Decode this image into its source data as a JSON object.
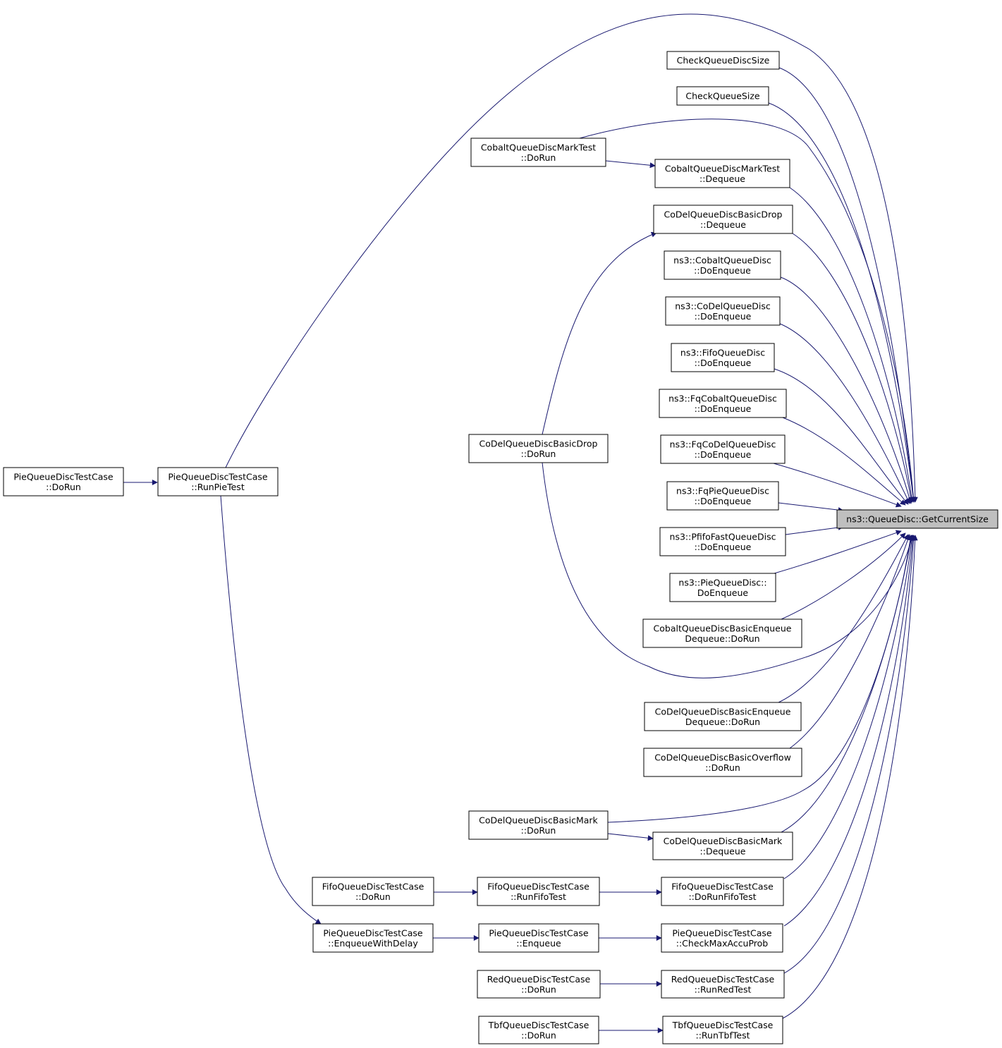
{
  "diagram": {
    "type": "call-graph",
    "colors": {
      "edge": "#191970",
      "root_fill": "#bfbfbf",
      "node_fill": "#ffffff",
      "border": "#000000"
    },
    "nodes": {
      "root": [
        "ns3::QueueDisc::GetCurrentSize"
      ],
      "check_queue_disc_size": [
        "CheckQueueDiscSize"
      ],
      "check_queue_size": [
        "CheckQueueSize"
      ],
      "cobalt_mark_dorun": [
        "CobaltQueueDiscMarkTest",
        "::DoRun"
      ],
      "cobalt_mark_dequeue": [
        "CobaltQueueDiscMarkTest",
        "::Dequeue"
      ],
      "codel_drop_dequeue": [
        "CoDelQueueDiscBasicDrop",
        "::Dequeue"
      ],
      "codel_drop_dorun": [
        "CoDelQueueDiscBasicDrop",
        "::DoRun"
      ],
      "cobalt_doenqueue": [
        "ns3::CobaltQueueDisc",
        "::DoEnqueue"
      ],
      "codel_doenqueue": [
        "ns3::CoDelQueueDisc",
        "::DoEnqueue"
      ],
      "fifo_doenqueue": [
        "ns3::FifoQueueDisc",
        "::DoEnqueue"
      ],
      "fqcobalt_doenqueue": [
        "ns3::FqCobaltQueueDisc",
        "::DoEnqueue"
      ],
      "fqcodel_doenqueue": [
        "ns3::FqCoDelQueueDisc",
        "::DoEnqueue"
      ],
      "fqpie_doenqueue": [
        "ns3::FqPieQueueDisc",
        "::DoEnqueue"
      ],
      "pfifo_doenqueue": [
        "ns3::PfifoFastQueueDisc",
        "::DoEnqueue"
      ],
      "pie_doenqueue": [
        "ns3::PieQueueDisc::",
        "DoEnqueue"
      ],
      "cobalt_enqdeq_dorun": [
        "CobaltQueueDiscBasicEnqueue",
        "Dequeue::DoRun"
      ],
      "codel_enqdeq_dorun": [
        "CoDelQueueDiscBasicEnqueue",
        "Dequeue::DoRun"
      ],
      "codel_overflow_dorun": [
        "CoDelQueueDiscBasicOverflow",
        "::DoRun"
      ],
      "codel_mark_dorun": [
        "CoDelQueueDiscBasicMark",
        "::DoRun"
      ],
      "codel_mark_dequeue": [
        "CoDelQueueDiscBasicMark",
        "::Dequeue"
      ],
      "pie_case_dorun": [
        "PieQueueDiscTestCase",
        "::DoRun"
      ],
      "pie_case_runpietest": [
        "PieQueueDiscTestCase",
        "::RunPieTest"
      ],
      "fifo_case_dorun": [
        "FifoQueueDiscTestCase",
        "::DoRun"
      ],
      "fifo_case_runfifotest": [
        "FifoQueueDiscTestCase",
        "::RunFifoTest"
      ],
      "fifo_case_dorunfifotest": [
        "FifoQueueDiscTestCase",
        "::DoRunFifoTest"
      ],
      "pie_case_enqueuewithdelay": [
        "PieQueueDiscTestCase",
        "::EnqueueWithDelay"
      ],
      "pie_case_enqueue": [
        "PieQueueDiscTestCase",
        "::Enqueue"
      ],
      "pie_case_checkmaxaccuprob": [
        "PieQueueDiscTestCase",
        "::CheckMaxAccuProb"
      ],
      "red_case_dorun": [
        "RedQueueDiscTestCase",
        "::DoRun"
      ],
      "red_case_runredtest": [
        "RedQueueDiscTestCase",
        "::RunRedTest"
      ],
      "tbf_case_dorun": [
        "TbfQueueDiscTestCase",
        "::DoRun"
      ],
      "tbf_case_runtbftest": [
        "TbfQueueDiscTestCase",
        "::RunTbfTest"
      ]
    },
    "edges": [
      [
        "check_queue_disc_size",
        "root"
      ],
      [
        "check_queue_size",
        "root"
      ],
      [
        "cobalt_mark_dorun",
        "root"
      ],
      [
        "cobalt_mark_dorun",
        "cobalt_mark_dequeue"
      ],
      [
        "cobalt_mark_dequeue",
        "root"
      ],
      [
        "codel_drop_dequeue",
        "root"
      ],
      [
        "codel_drop_dorun",
        "codel_drop_dequeue"
      ],
      [
        "codel_drop_dorun",
        "root"
      ],
      [
        "cobalt_doenqueue",
        "root"
      ],
      [
        "codel_doenqueue",
        "root"
      ],
      [
        "fifo_doenqueue",
        "root"
      ],
      [
        "fqcobalt_doenqueue",
        "root"
      ],
      [
        "fqcodel_doenqueue",
        "root"
      ],
      [
        "fqpie_doenqueue",
        "root"
      ],
      [
        "pfifo_doenqueue",
        "root"
      ],
      [
        "pie_doenqueue",
        "root"
      ],
      [
        "cobalt_enqdeq_dorun",
        "root"
      ],
      [
        "codel_enqdeq_dorun",
        "root"
      ],
      [
        "codel_overflow_dorun",
        "root"
      ],
      [
        "codel_mark_dorun",
        "root"
      ],
      [
        "codel_mark_dorun",
        "codel_mark_dequeue"
      ],
      [
        "codel_mark_dequeue",
        "root"
      ],
      [
        "pie_case_dorun",
        "pie_case_runpietest"
      ],
      [
        "pie_case_runpietest",
        "root"
      ],
      [
        "pie_case_runpietest",
        "pie_case_enqueuewithdelay"
      ],
      [
        "fifo_case_dorun",
        "fifo_case_runfifotest"
      ],
      [
        "fifo_case_runfifotest",
        "fifo_case_dorunfifotest"
      ],
      [
        "fifo_case_dorunfifotest",
        "root"
      ],
      [
        "pie_case_enqueuewithdelay",
        "pie_case_enqueue"
      ],
      [
        "pie_case_enqueue",
        "pie_case_checkmaxaccuprob"
      ],
      [
        "pie_case_checkmaxaccuprob",
        "root"
      ],
      [
        "red_case_dorun",
        "red_case_runredtest"
      ],
      [
        "red_case_runredtest",
        "root"
      ],
      [
        "tbf_case_dorun",
        "tbf_case_runtbftest"
      ],
      [
        "tbf_case_runtbftest",
        "root"
      ]
    ]
  }
}
